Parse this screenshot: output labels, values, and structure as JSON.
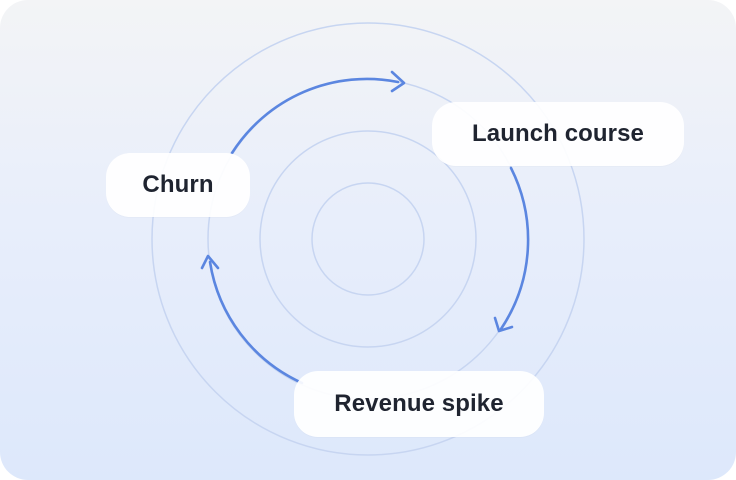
{
  "diagram": {
    "nodes": [
      {
        "id": "churn",
        "label": "Churn"
      },
      {
        "id": "launch",
        "label": "Launch course"
      },
      {
        "id": "revenue",
        "label": "Revenue spike"
      }
    ],
    "flow": [
      "churn",
      "launch",
      "revenue",
      "churn"
    ],
    "colors": {
      "background_top": "#f3f4f6",
      "background_bottom": "#dde8fb",
      "ring": "#c7d5f1",
      "arrow": "#5b86e0",
      "node_fill": "#ffffff",
      "node_text": "#1f2430"
    }
  }
}
